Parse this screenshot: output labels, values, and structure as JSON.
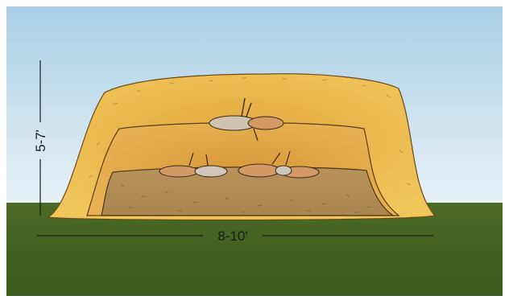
{
  "dimensions": {
    "height_label": "5-7'",
    "width_label": "8-10'"
  },
  "colors": {
    "sky_top": "#a9cfe6",
    "sky_bottom": "#e8f2f7",
    "ground": "#3f5f1f",
    "pile_outer": "#e7b84a",
    "pile_middle": "#d9a543",
    "pile_inner": "#b48e55",
    "carcass": "#d39a68"
  },
  "layers": [
    "outer-compost-cover",
    "middle-compost-layer",
    "inner-base-layer"
  ],
  "carcasses": {
    "top_layer_count": 1,
    "bottom_layer_count": 4
  }
}
